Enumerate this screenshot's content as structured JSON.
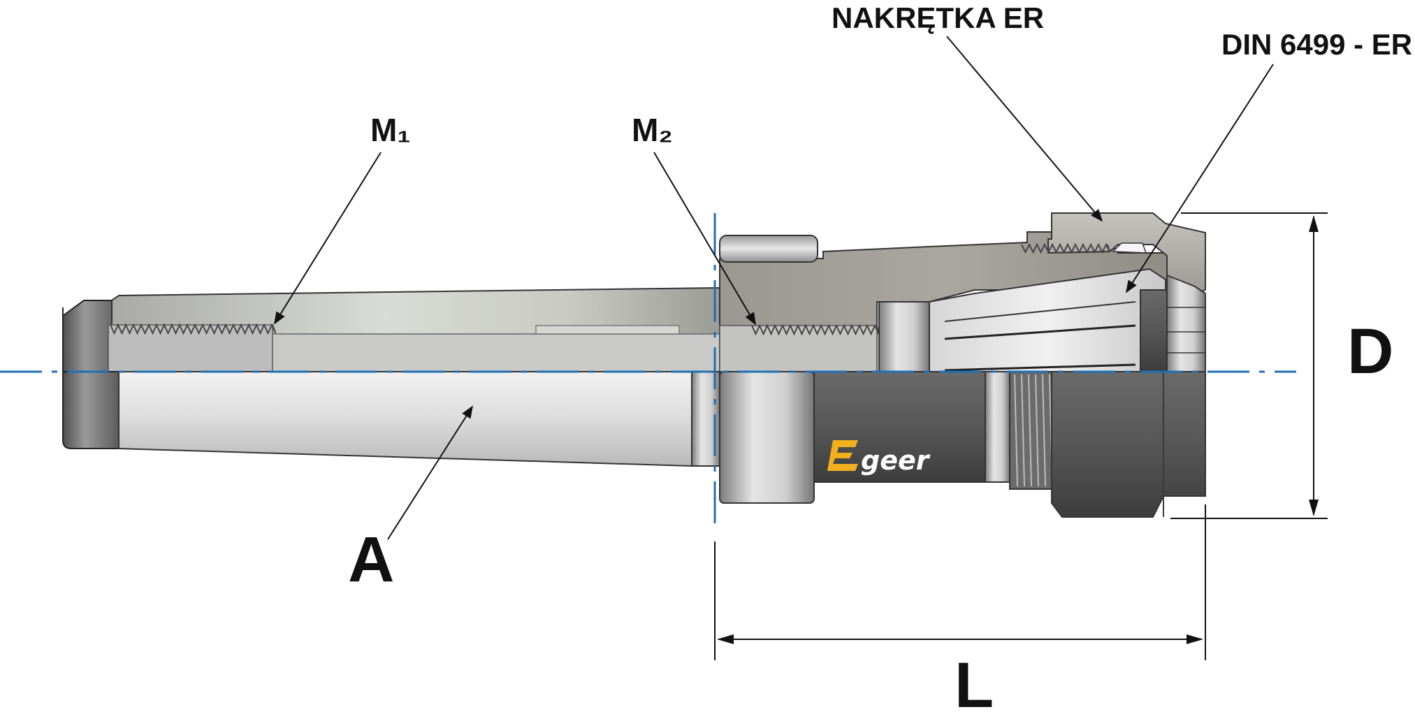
{
  "labels": {
    "nut": "NAKRĘTKA ER",
    "collet": "DIN 6499 - ER",
    "m1": "M₁",
    "m2": "M₂",
    "a": "A",
    "d": "D",
    "l": "L"
  },
  "logo": {
    "text": "geer",
    "mark": "E",
    "mark_color": "#f2b01e"
  },
  "colors": {
    "axis_line": "#1f6fb4",
    "outline": "#111111"
  }
}
